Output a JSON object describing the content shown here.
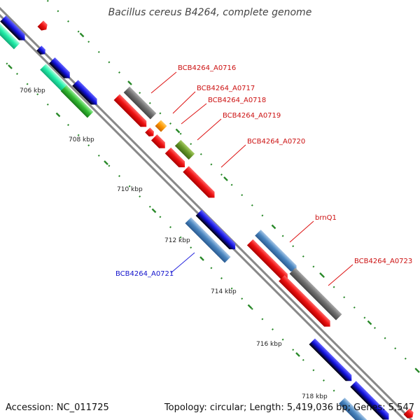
{
  "title": "Bacillus cereus B4264, complete genome",
  "footer": {
    "accession": "Accession: NC_011725",
    "topology": "Topology: circular; Length: 5,419,036 bp; Genes: 5,547"
  },
  "colors": {
    "red": "#ee1111",
    "blue": "#1111dd",
    "steel_blue": "#4a86c0",
    "gray": "#707070",
    "aqua": "#22eeaa",
    "green": "#33bb33",
    "olive": "#6a9a2a",
    "orange": "#ff9900",
    "tick_green": "#2a8a2a",
    "backbone": "#888888"
  },
  "ticks": [
    {
      "label": "706 kbp"
    },
    {
      "label": "708 kbp"
    },
    {
      "label": "710 kbp"
    },
    {
      "label": "712 kbp"
    },
    {
      "label": "714 kbp"
    },
    {
      "label": "716 kbp"
    },
    {
      "label": "718 kbp"
    }
  ],
  "gene_labels": [
    {
      "name": "BCB4264_A0716",
      "color": "#cc1111"
    },
    {
      "name": "BCB4264_A0717",
      "color": "#cc1111"
    },
    {
      "name": "BCB4264_A0718",
      "color": "#cc1111"
    },
    {
      "name": "BCB4264_A0719",
      "color": "#cc1111"
    },
    {
      "name": "BCB4264_A0720",
      "color": "#cc1111"
    },
    {
      "name": "brnQ1",
      "color": "#cc1111"
    },
    {
      "name": "BCB4264_A0723",
      "color": "#cc1111"
    },
    {
      "name": "BCB4264_A0721",
      "color": "#1111cc"
    }
  ]
}
